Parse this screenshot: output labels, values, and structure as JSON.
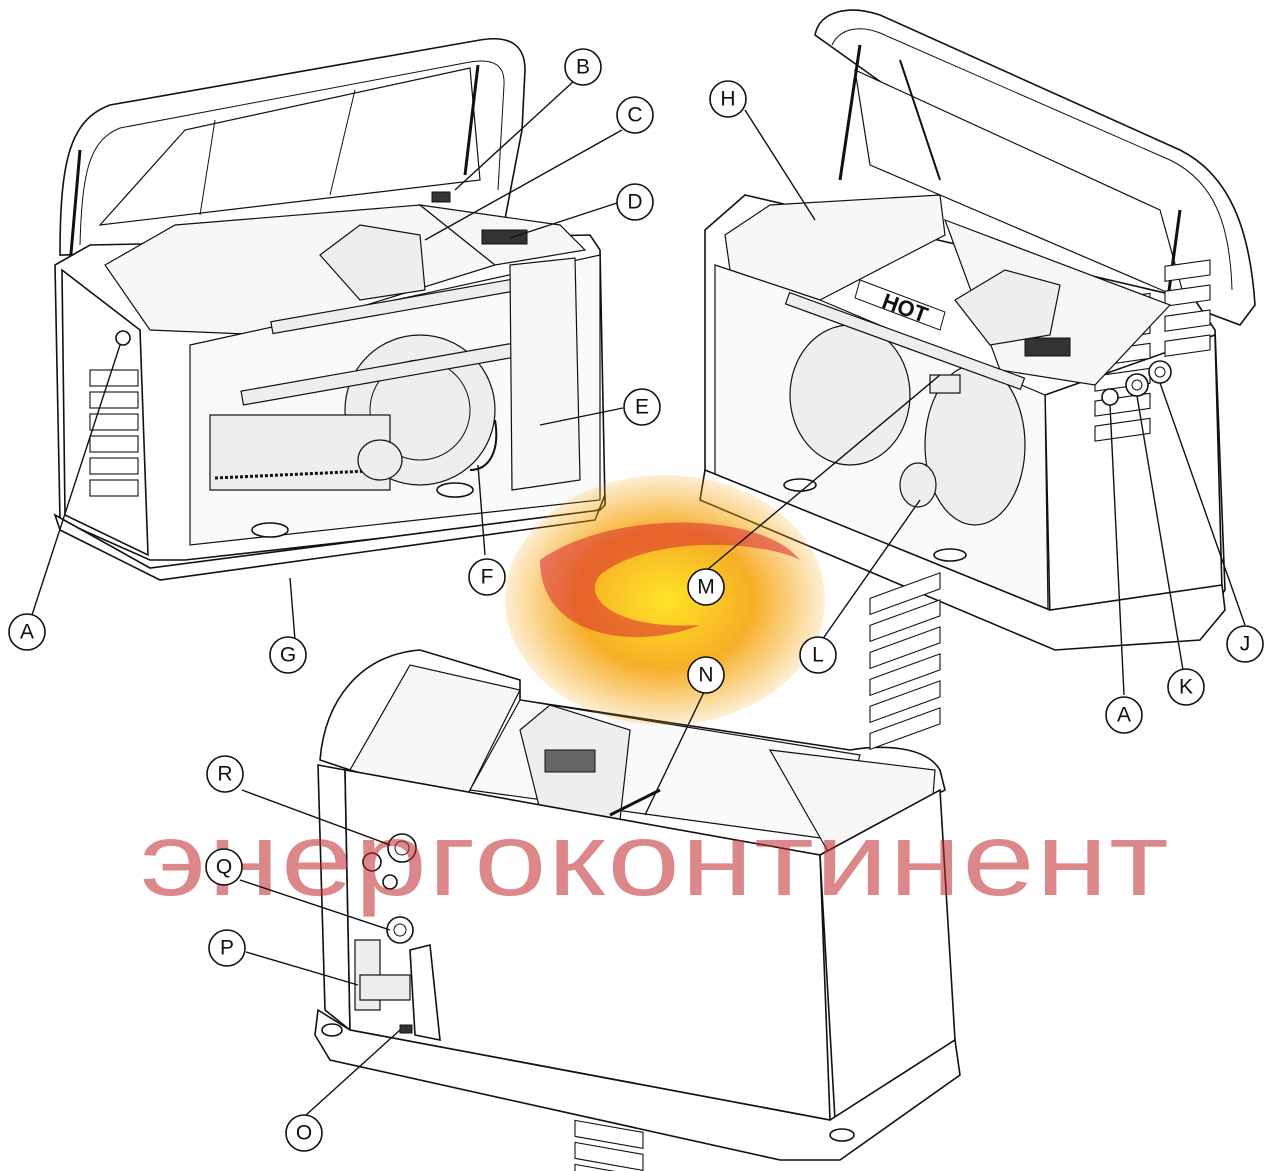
{
  "watermark": {
    "text": "энергоконтинент",
    "text_color": "#c0282d",
    "logo_colors": [
      "#ffe000",
      "#f5a000",
      "#d9272e"
    ]
  },
  "hot_label": "HOT",
  "callouts": [
    {
      "letter": "A"
    },
    {
      "letter": "B"
    },
    {
      "letter": "C"
    },
    {
      "letter": "D"
    },
    {
      "letter": "E"
    },
    {
      "letter": "F"
    },
    {
      "letter": "G"
    },
    {
      "letter": "H"
    },
    {
      "letter": "A"
    },
    {
      "letter": "J"
    },
    {
      "letter": "K"
    },
    {
      "letter": "L"
    },
    {
      "letter": "M"
    },
    {
      "letter": "N"
    },
    {
      "letter": "O"
    },
    {
      "letter": "P"
    },
    {
      "letter": "Q"
    },
    {
      "letter": "R"
    }
  ]
}
